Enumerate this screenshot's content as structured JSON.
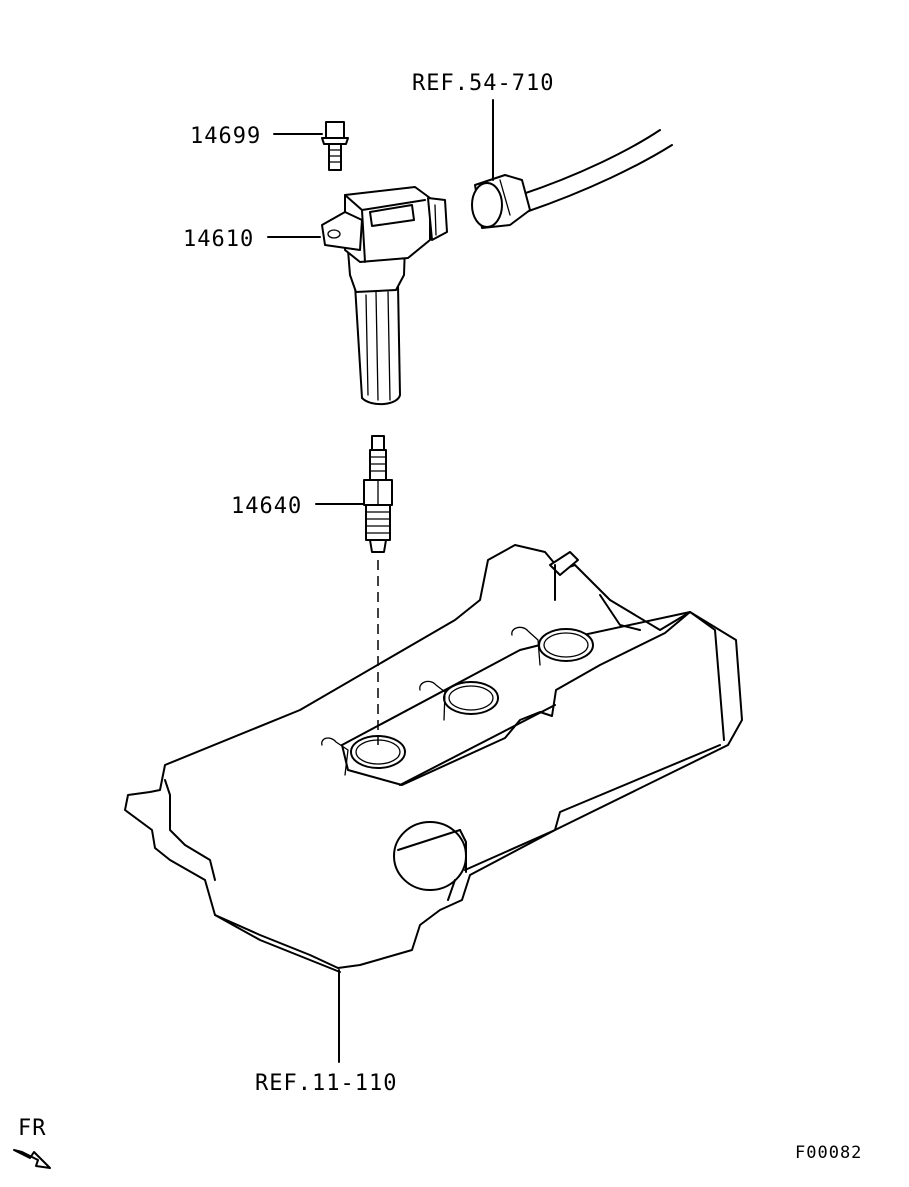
{
  "parts": {
    "bolt": {
      "number": "14699"
    },
    "ignition_coil": {
      "number": "14610"
    },
    "spark_plug": {
      "number": "14640"
    }
  },
  "references": {
    "harness": "REF.54-710",
    "rocker_cover": "REF.11-110"
  },
  "direction": {
    "label": "FR"
  },
  "figure_id": "F00082"
}
